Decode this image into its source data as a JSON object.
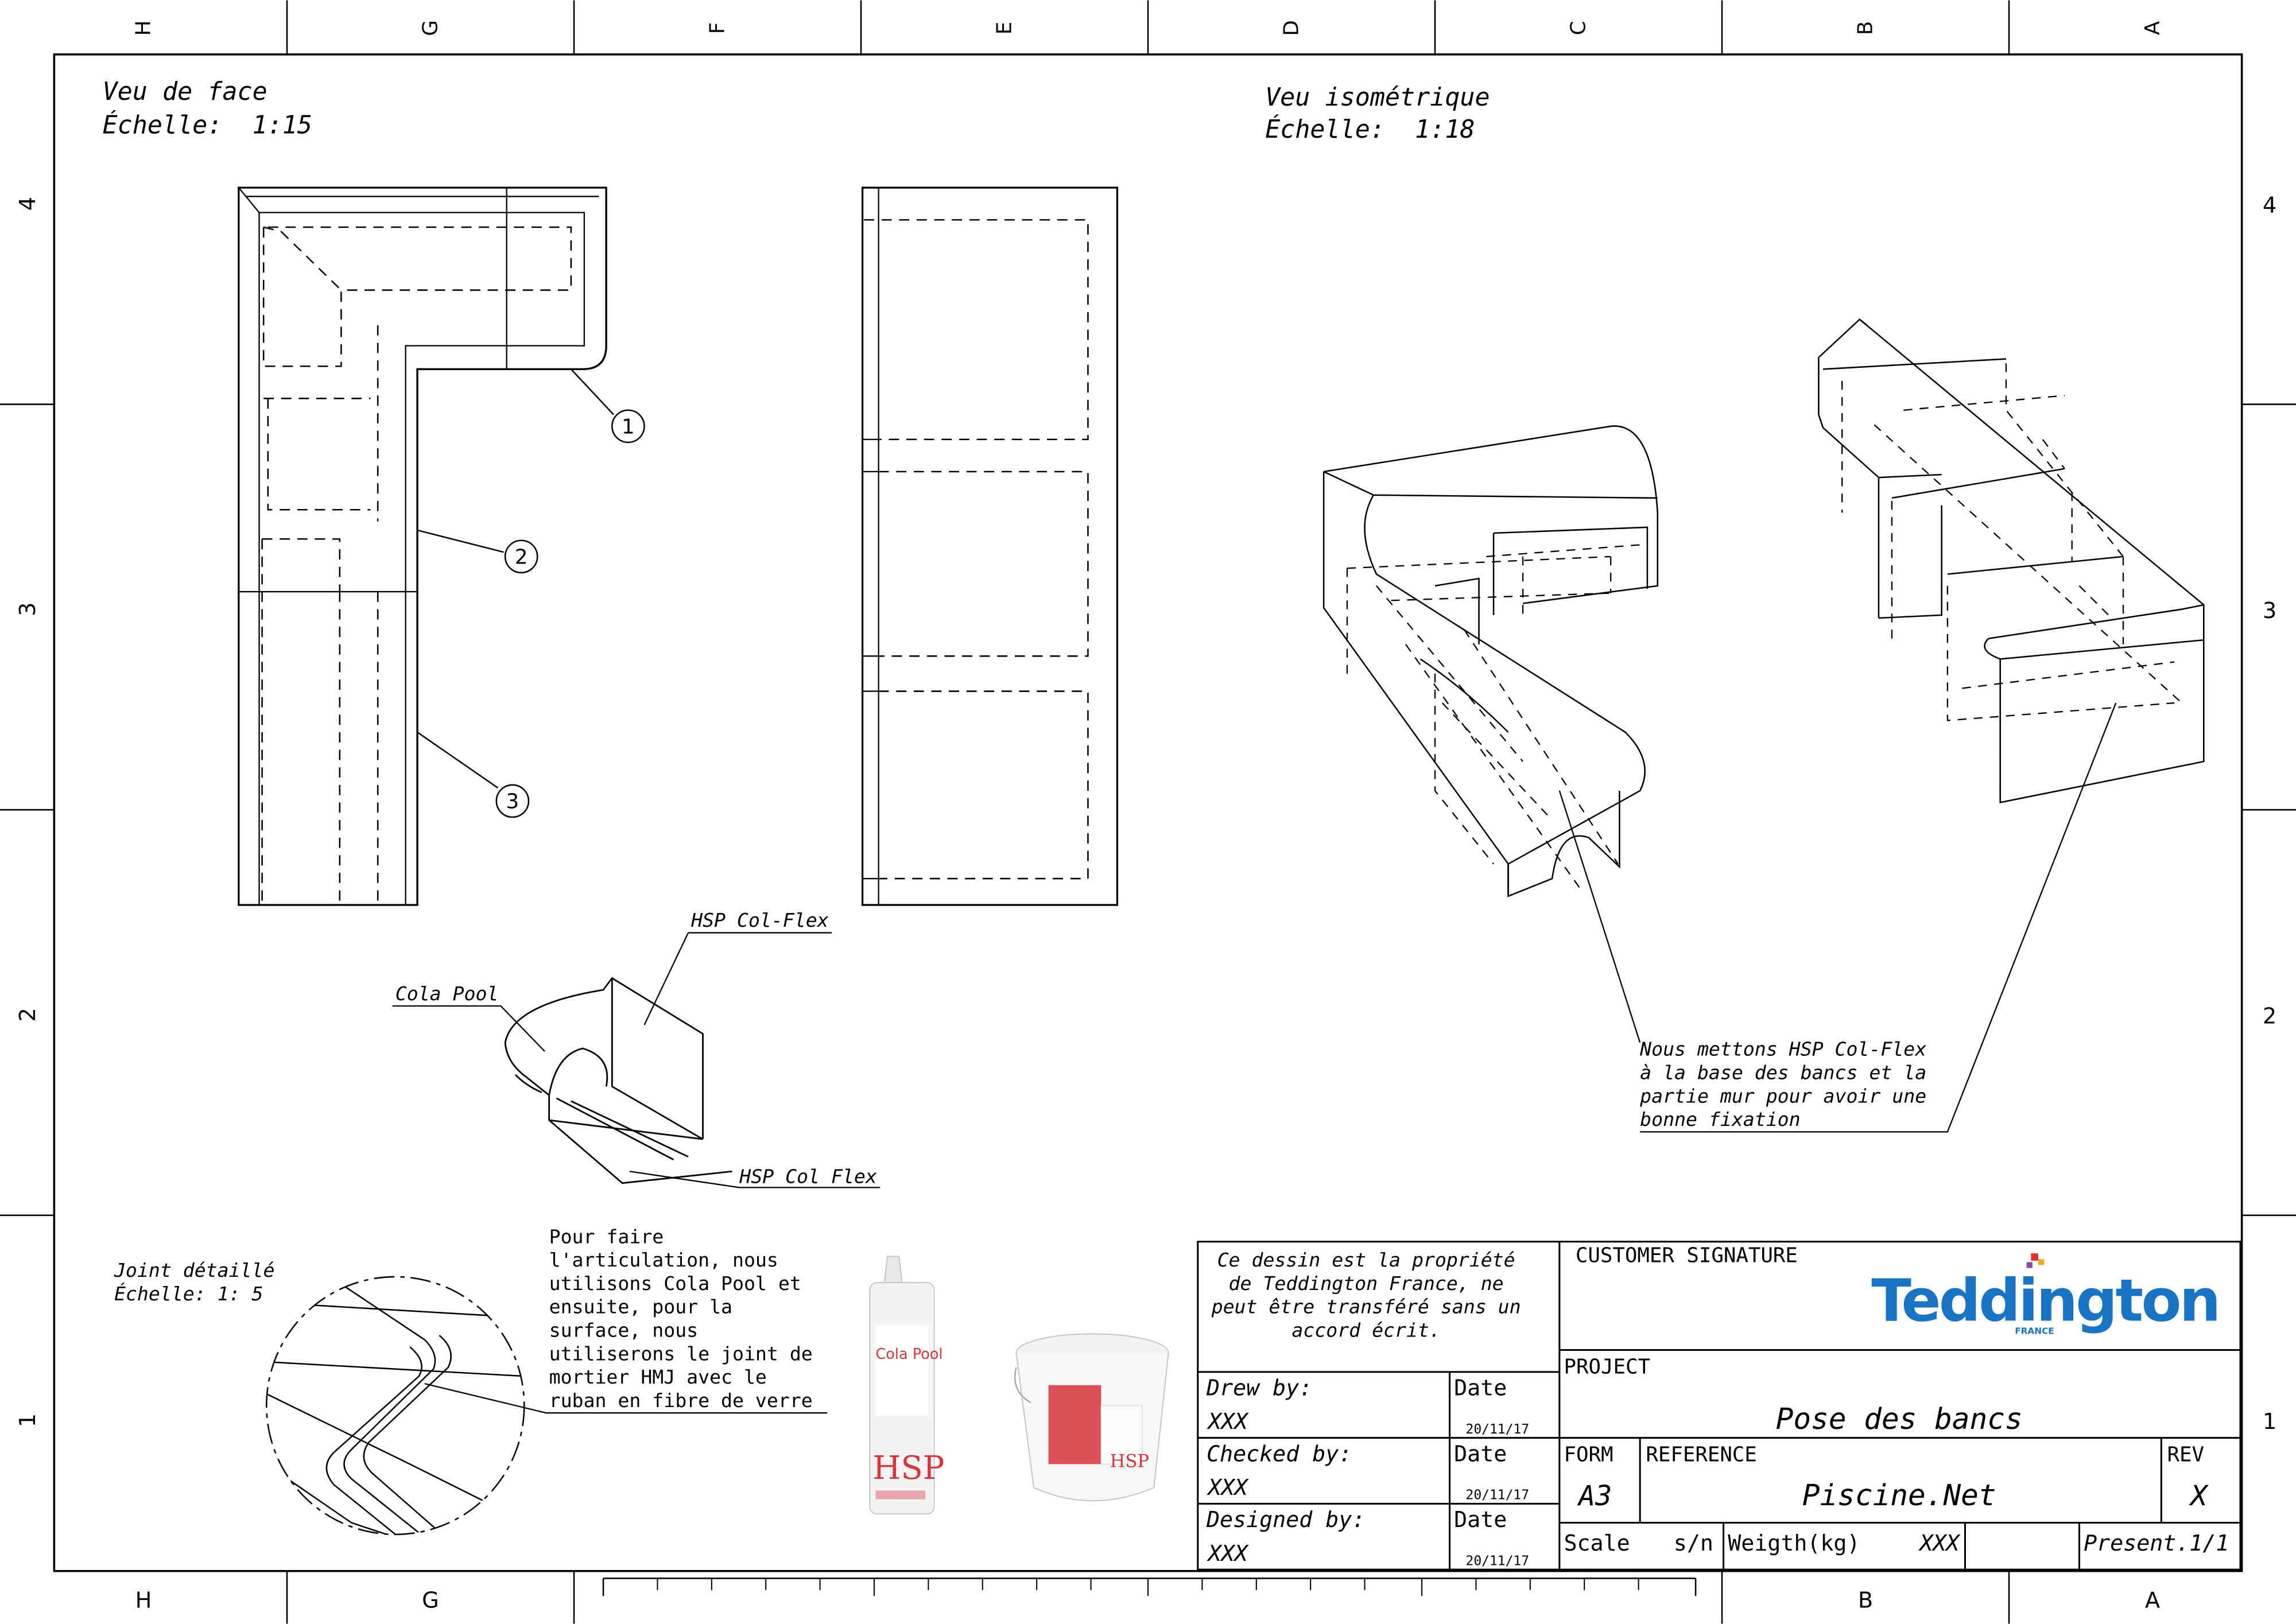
{
  "border": {
    "top_letters": [
      "H",
      "G",
      "F",
      "E",
      "D",
      "C",
      "B",
      "A"
    ],
    "bottom_letters": [
      "H",
      "G",
      "B",
      "A"
    ],
    "row_numbers": [
      "4",
      "3",
      "2",
      "1"
    ]
  },
  "views": {
    "front": {
      "title": "Veu de face",
      "scale": "Échelle:  1:15"
    },
    "iso": {
      "title": "Veu isométrique",
      "scale": "Échelle:  1:18"
    },
    "joint": {
      "title": "Joint détaillé",
      "scale": "Échelle: 1: 5"
    }
  },
  "balloons": [
    "1",
    "2",
    "3"
  ],
  "labels": {
    "hsp_colflex_top": "HSP Col-Flex",
    "cola_pool": "Cola Pool",
    "hsp_colflex_bottom": "HSP Col Flex"
  },
  "notes": {
    "iso_note": [
      "Nous mettons HSP Col-Flex",
      "à la base des bancs et la",
      "partie mur pour avoir une",
      "bonne fixation"
    ],
    "joint_note": [
      "Pour faire",
      "l'articulation, nous",
      "utilisons Cola Pool et",
      "ensuite, pour la",
      "surface, nous",
      "utiliserons le joint de",
      "mortier HMJ avec le",
      "ruban en fibre de verre"
    ]
  },
  "products": {
    "tube_name": "Cola Pool",
    "tube_brand": "HSP",
    "bucket_brand": "HSP"
  },
  "title_block": {
    "ownership": [
      "Ce dessin est la propriété",
      "de Teddington France, ne",
      "peut être transféré sans un",
      "accord écrit."
    ],
    "customer_signature": "CUSTOMER SIGNATURE",
    "logo_text": "Teddington",
    "logo_sub": "FRANCE",
    "project_label": "PROJECT",
    "project_value": "Pose des bancs",
    "drew_label": "Drew by:",
    "drew_value": "XXX",
    "checked_label": "Checked by:",
    "checked_value": "XXX",
    "designed_label": "Designed by:",
    "designed_value": "XXX",
    "date_label": "Date",
    "date_value": "20/11/17",
    "form_label": "FORM",
    "form_value": "A3",
    "reference_label": "REFERENCE",
    "reference_value": "Piscine.Net",
    "rev_label": "REV",
    "rev_value": "X",
    "scale_label": "Scale",
    "sn_label": "s/n",
    "weight_label": "Weigth(kg)",
    "weight_value": "XXX",
    "sheet_label": "Present.1/1"
  },
  "colors": {
    "line": "#000000",
    "logo_blue": "#1a74c4",
    "logo_dot_red": "#e8312b",
    "logo_dot_orange": "#f5a623",
    "logo_dot_purple": "#8e44ad",
    "product_red": "#d8343c"
  }
}
